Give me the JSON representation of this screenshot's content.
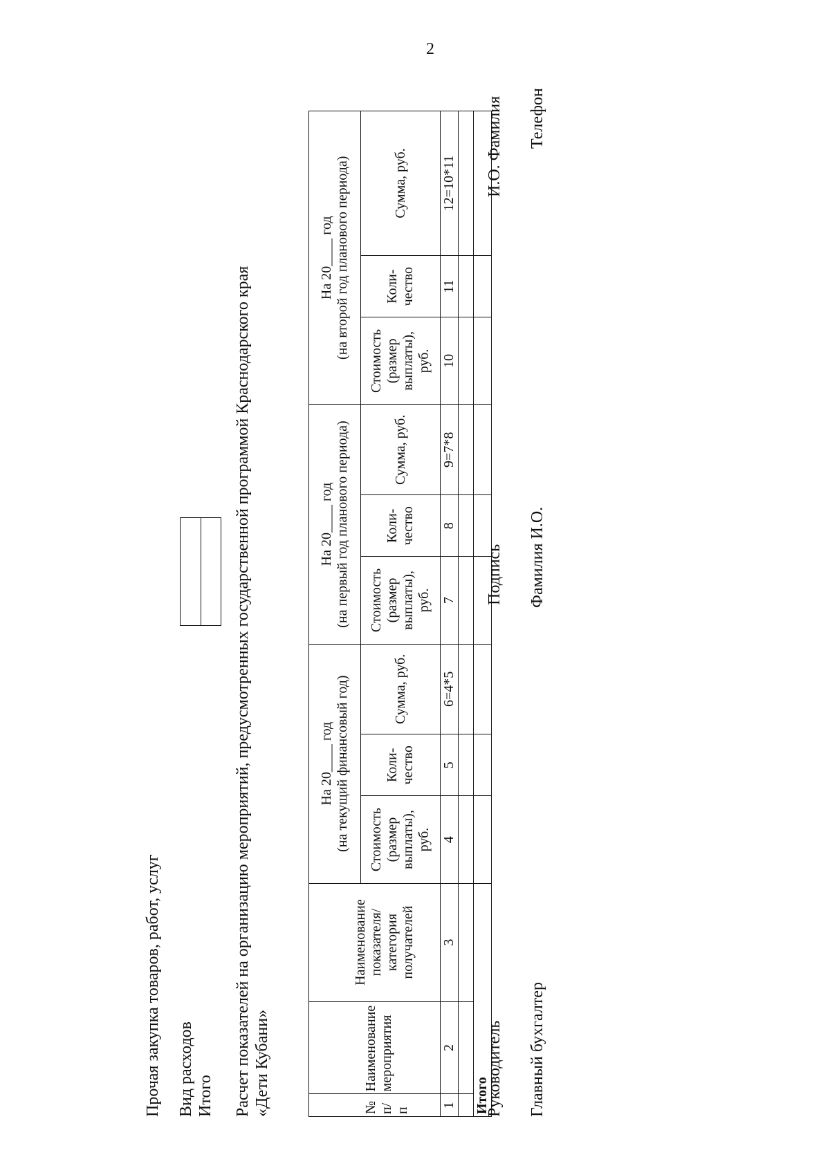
{
  "page_number": "2",
  "header": {
    "line1": "Прочая закупка товаров, работ, услуг",
    "line2": "Вид расходов",
    "line3": "Итого"
  },
  "title": {
    "line1": "Расчет показателей на организацию мероприятий, предусмотренных государственной программой Краснодарского края",
    "line2": "«Дети Кубани»"
  },
  "table": {
    "col_num": "№ п/п",
    "col_event": "Наименование мероприятия",
    "col_indicator": "Наименование показателя/ категория получателей",
    "period1": {
      "line1": "На 20____ год",
      "line2": "(на текущий финансовый год)"
    },
    "period2": {
      "line1": "На 20____ год",
      "line2": "(на первый год планового периода)"
    },
    "period3": {
      "line1": "На 20____ год",
      "line2": "(на второй год планового периода)"
    },
    "sub_cost": "Стоимость (размер выплаты), руб.",
    "sub_qty": "Коли-чество",
    "sub_sum": "Сумма, руб.",
    "numbers": [
      "1",
      "2",
      "3",
      "4",
      "5",
      "6=4*5",
      "7",
      "8",
      "9=7*8",
      "10",
      "11",
      "12=10*11"
    ],
    "total_label": "Итого"
  },
  "signatures": {
    "head_label": "Руководитель",
    "signature_label": "Подпись",
    "head_name": "И.О. Фамилия",
    "accountant_label": "Главный бухгалтер",
    "accountant_name": "Фамилия И.О.",
    "phone_label": "Телефон"
  }
}
